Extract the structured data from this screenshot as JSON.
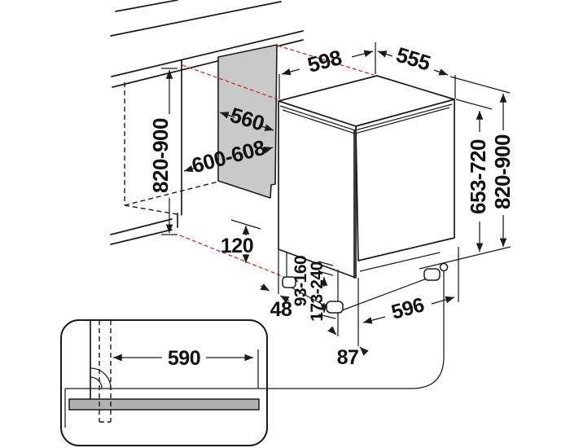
{
  "diagram": {
    "colors": {
      "line": "#1b1b1b",
      "alignment_dashed_red": "#b93633",
      "cabinet_side_panel_gray": "#c9c9c9",
      "open_door_bar_gray": "#b0b0b0",
      "background": "#ffffff"
    },
    "labels": {
      "appliance_width_top": "598",
      "appliance_depth_top": "555",
      "niche_depth": "560",
      "niche_width": "600-608",
      "niche_height_left": "820-900",
      "body_height_right": "653-720",
      "overall_height_right": "820-900",
      "plinth_clearance": "120",
      "door_offset": "48",
      "foot_range_inner": "93-160",
      "foot_range_outer": "173-240",
      "base_depth": "596",
      "foot_setback": "87",
      "door_open_depth": "590"
    }
  }
}
